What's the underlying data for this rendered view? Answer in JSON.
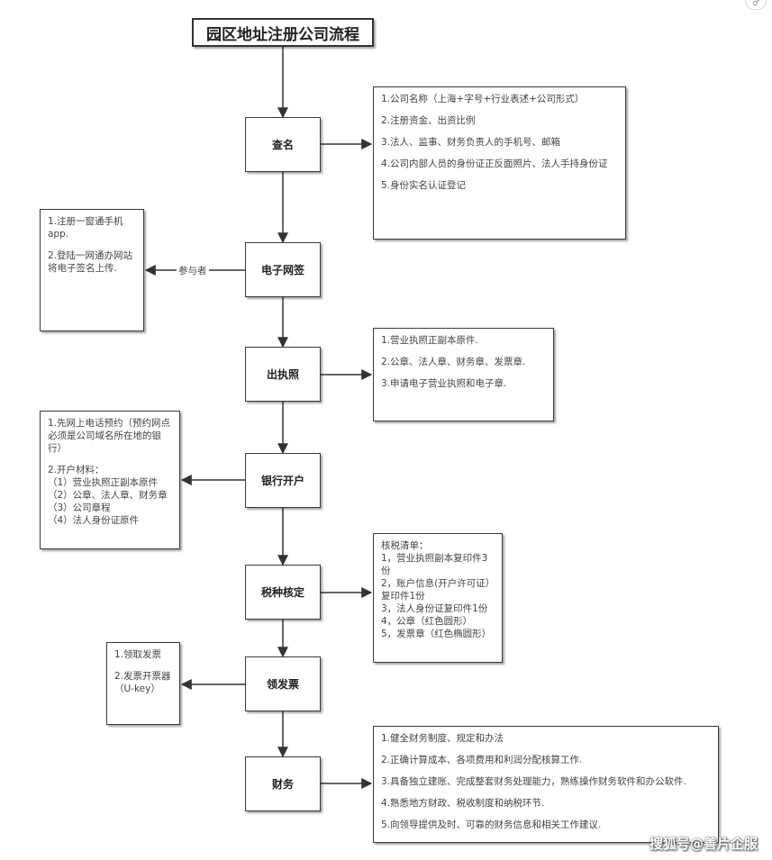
{
  "title": "园区地址注册公司流程",
  "steps": {
    "chaming": "查名",
    "dianziqian": "电子网签",
    "chuzhizhao": "出执照",
    "yinhang": "银行开户",
    "shuizhong": "税种核定",
    "fapiao": "领发票",
    "caiwu": "财务"
  },
  "edge_label_participant": "参与者",
  "notes": {
    "chaming": [
      "1.公司名称（上海+字号+行业表述+公司形式）",
      "2.注册资金、出资比例",
      "3.法人、监事、财务负责人的手机号、邮箱",
      "4.公司内部人员的身份证正反面照片、法人手持身份证",
      "5.身份实名认证登记"
    ],
    "dianziqian": [
      "1.注册一窗通手机app.",
      "2.登陆一网通办网站将电子签名上传."
    ],
    "chuzhizhao": [
      "1.营业执照正副本原件.",
      "2.公章、法人章、财务章、发票章.",
      "3.申请电子营业执照和电子章."
    ],
    "yinhang_p1": "1.先网上电话预约（预约网点必须是公司域名所在地的银行）",
    "yinhang_p2": [
      "2.开户材料：",
      "（1）营业执照正副本原件",
      "（2）公章、法人章、财务章",
      "（3）公司章程",
      "（4）法人身份证原件"
    ],
    "shuizhong": [
      "核税清单：",
      "1，营业执照副本复印件3份",
      "2，账户信息(开户许可证）复印件1份",
      "3，法人身份证复印件1份",
      "4，公章（红色圆形）",
      "5，发票章（红色椭圆形）"
    ],
    "fapiao": [
      "1.领取发票",
      "2.发票开票器（U-key）"
    ],
    "caiwu": [
      "1.健全财务制度、规定和办法",
      "2.正确计算成本、各项费用和利润分配核算工作.",
      "3.具备独立建账、完成整套财务处理能力，熟练操作财务软件和办公软件.",
      "4.熟悉地方财政、税收制度和纳税环节.",
      "5.向领导提供及时、可靠的财务信息和相关工作建议."
    ]
  },
  "watermark": "搜狐号@善片企服"
}
